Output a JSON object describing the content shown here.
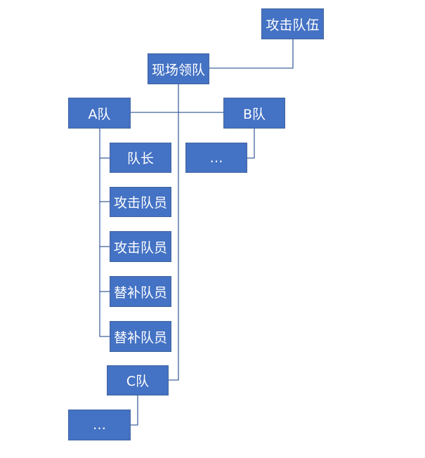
{
  "nodes": {
    "attack_team": "攻击队伍",
    "onsite_lead": "现场领队",
    "team_a": "A队",
    "team_b": "B队",
    "team_b_more": "…",
    "a_leader": "队长",
    "a_attacker_1": "攻击队员",
    "a_attacker_2": "攻击队员",
    "a_substitute_1": "替补队员",
    "a_substitute_2": "替补队员",
    "team_c": "C队",
    "team_c_more": "…"
  },
  "colors": {
    "box_fill": "#4472c4",
    "box_text": "#ffffff",
    "connector": "#41649f"
  }
}
